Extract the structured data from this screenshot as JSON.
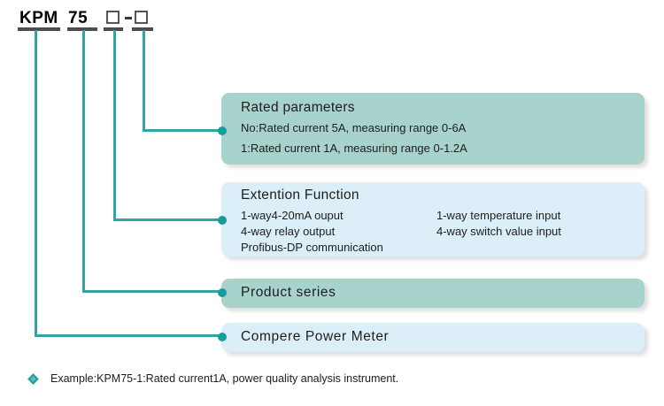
{
  "model_code": {
    "parts": [
      {
        "text": "KPM",
        "type": "text"
      },
      {
        "text": "75",
        "type": "text"
      },
      {
        "text": "□",
        "type": "placeholder"
      },
      {
        "text": "–",
        "type": "separator"
      },
      {
        "text": "□",
        "type": "placeholder"
      }
    ]
  },
  "callouts": [
    {
      "id": "rated-parameters",
      "title": "Rated parameters",
      "style": "teal",
      "lines": [
        "No:Rated current 5A, measuring range 0-6A",
        "1:Rated current 1A, measuring range 0-1.2A"
      ]
    },
    {
      "id": "extention-function",
      "title": "Extention Function",
      "style": "blue",
      "column_left": [
        "1-way4-20mA ouput",
        "4-way relay output",
        "Profibus-DP communication"
      ],
      "column_right": [
        "1-way temperature input",
        "4-way switch value input"
      ]
    },
    {
      "id": "product-series",
      "label": "Product series",
      "style": "teal"
    },
    {
      "id": "compere-power-meter",
      "label": "Compere  Power  Meter",
      "style": "blue"
    }
  ],
  "footnote": {
    "text": "Example:KPM75-1:Rated current1A, power quality analysis instrument."
  },
  "colors": {
    "accent_teal": "#179e9b",
    "box_teal": "#a8d2cc",
    "box_blue": "#dceef8",
    "line_teal": "#31a5a2",
    "underline_gray": "#4d4d4d"
  }
}
